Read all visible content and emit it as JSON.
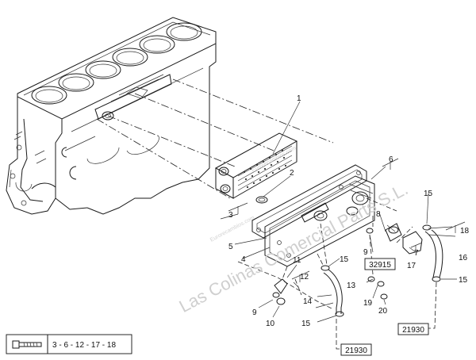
{
  "watermark": {
    "main": "Las Colinas Comercial Parts S.L.",
    "site_top": "Eurorecambios.com",
    "site_bottom": "Eurorecambios.com"
  },
  "callouts": [
    {
      "id": "c1",
      "text": "1"
    },
    {
      "id": "c2",
      "text": "2"
    },
    {
      "id": "c3",
      "text": "3"
    },
    {
      "id": "c4",
      "text": "4"
    },
    {
      "id": "c5",
      "text": "5"
    },
    {
      "id": "c6",
      "text": "6"
    },
    {
      "id": "c7",
      "text": "7"
    },
    {
      "id": "c8",
      "text": "8"
    },
    {
      "id": "c9a",
      "text": "9"
    },
    {
      "id": "c9b",
      "text": "9"
    },
    {
      "id": "c10",
      "text": "10"
    },
    {
      "id": "c11",
      "text": "11"
    },
    {
      "id": "c12",
      "text": "12"
    },
    {
      "id": "c13",
      "text": "13"
    },
    {
      "id": "c14",
      "text": "14"
    },
    {
      "id": "c15a",
      "text": "15"
    },
    {
      "id": "c15b",
      "text": "15"
    },
    {
      "id": "c15c",
      "text": "15"
    },
    {
      "id": "c15d",
      "text": "15"
    },
    {
      "id": "c16",
      "text": "16"
    },
    {
      "id": "c17",
      "text": "17"
    },
    {
      "id": "c18",
      "text": "18"
    },
    {
      "id": "c19",
      "text": "19"
    },
    {
      "id": "c20",
      "text": "20"
    }
  ],
  "references": [
    {
      "id": "r1",
      "text": "32915"
    },
    {
      "id": "r2",
      "text": "21930"
    },
    {
      "id": "r3",
      "text": "21930"
    }
  ],
  "legend": {
    "text": "3 - 6 - 12 - 17 - 18",
    "icon": "bolt-icon"
  }
}
